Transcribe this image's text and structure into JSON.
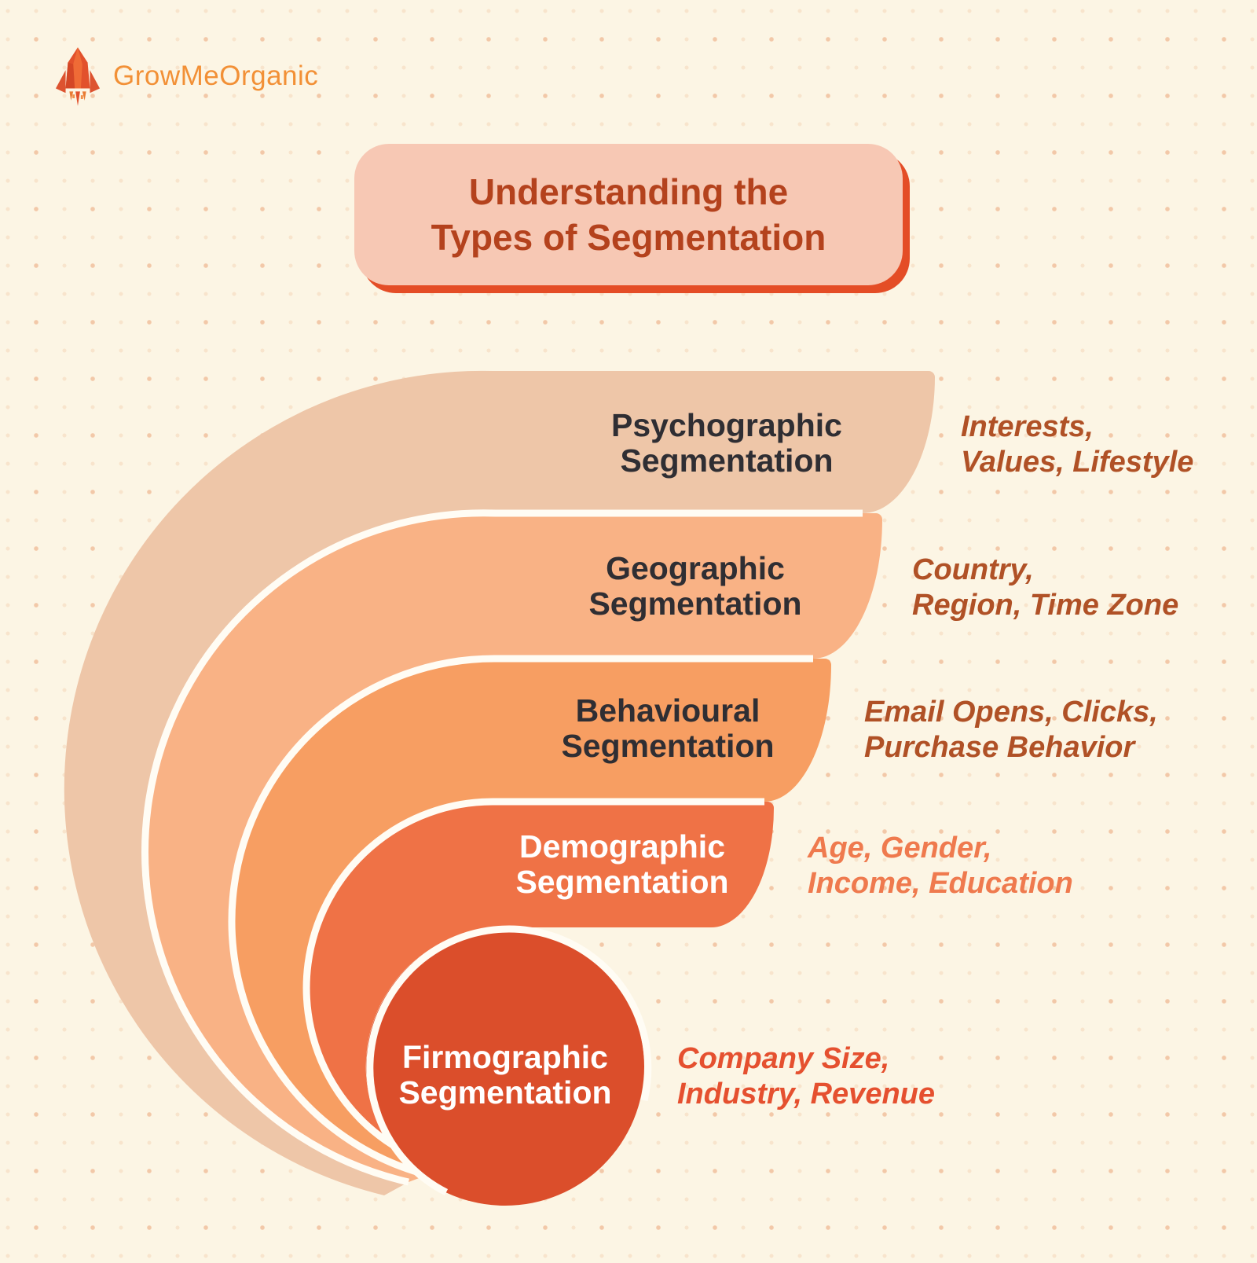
{
  "brand": {
    "name": "GrowMeOrganic",
    "logo_icon": "rocket-icon"
  },
  "title": {
    "line1": "Understanding the",
    "line2": "Types of Segmentation"
  },
  "colors": {
    "background": "#fcf5e4",
    "gap": "#fffcf4",
    "title_box_fill": "#f7c8b4",
    "title_box_shadow": "#e44d26",
    "title_text": "#b4421d",
    "brand_text": "#f29036",
    "dark_text": "#2f2e33",
    "light_text": "#ffffff"
  },
  "segments": [
    {
      "name_line1": "Psychographic",
      "name_line2": "Segmentation",
      "examples_line1": "Interests,",
      "examples_line2": "Values, Lifestyle",
      "band_color": "#eec6a8",
      "name_color": "#2f2e33",
      "examples_color": "#b05126"
    },
    {
      "name_line1": "Geographic",
      "name_line2": "Segmentation",
      "examples_line1": "Country,",
      "examples_line2": "Region, Time Zone",
      "band_color": "#f9b285",
      "name_color": "#2f2e33",
      "examples_color": "#b05126"
    },
    {
      "name_line1": "Behavioural",
      "name_line2": "Segmentation",
      "examples_line1": "Email Opens, Clicks,",
      "examples_line2": "Purchase Behavior",
      "band_color": "#f79e62",
      "name_color": "#2f2e33",
      "examples_color": "#b05126"
    },
    {
      "name_line1": "Demographic",
      "name_line2": "Segmentation",
      "examples_line1": "Age, Gender,",
      "examples_line2": "Income, Education",
      "band_color": "#ef7246",
      "name_color": "#ffffff",
      "examples_color": "#ef7a4e"
    },
    {
      "name_line1": "Firmographic",
      "name_line2": "Segmentation",
      "examples_line1": "Company Size,",
      "examples_line2": "Industry, Revenue",
      "band_color": "#db4e2b",
      "name_color": "#ffffff",
      "examples_color": "#e5502f"
    }
  ]
}
